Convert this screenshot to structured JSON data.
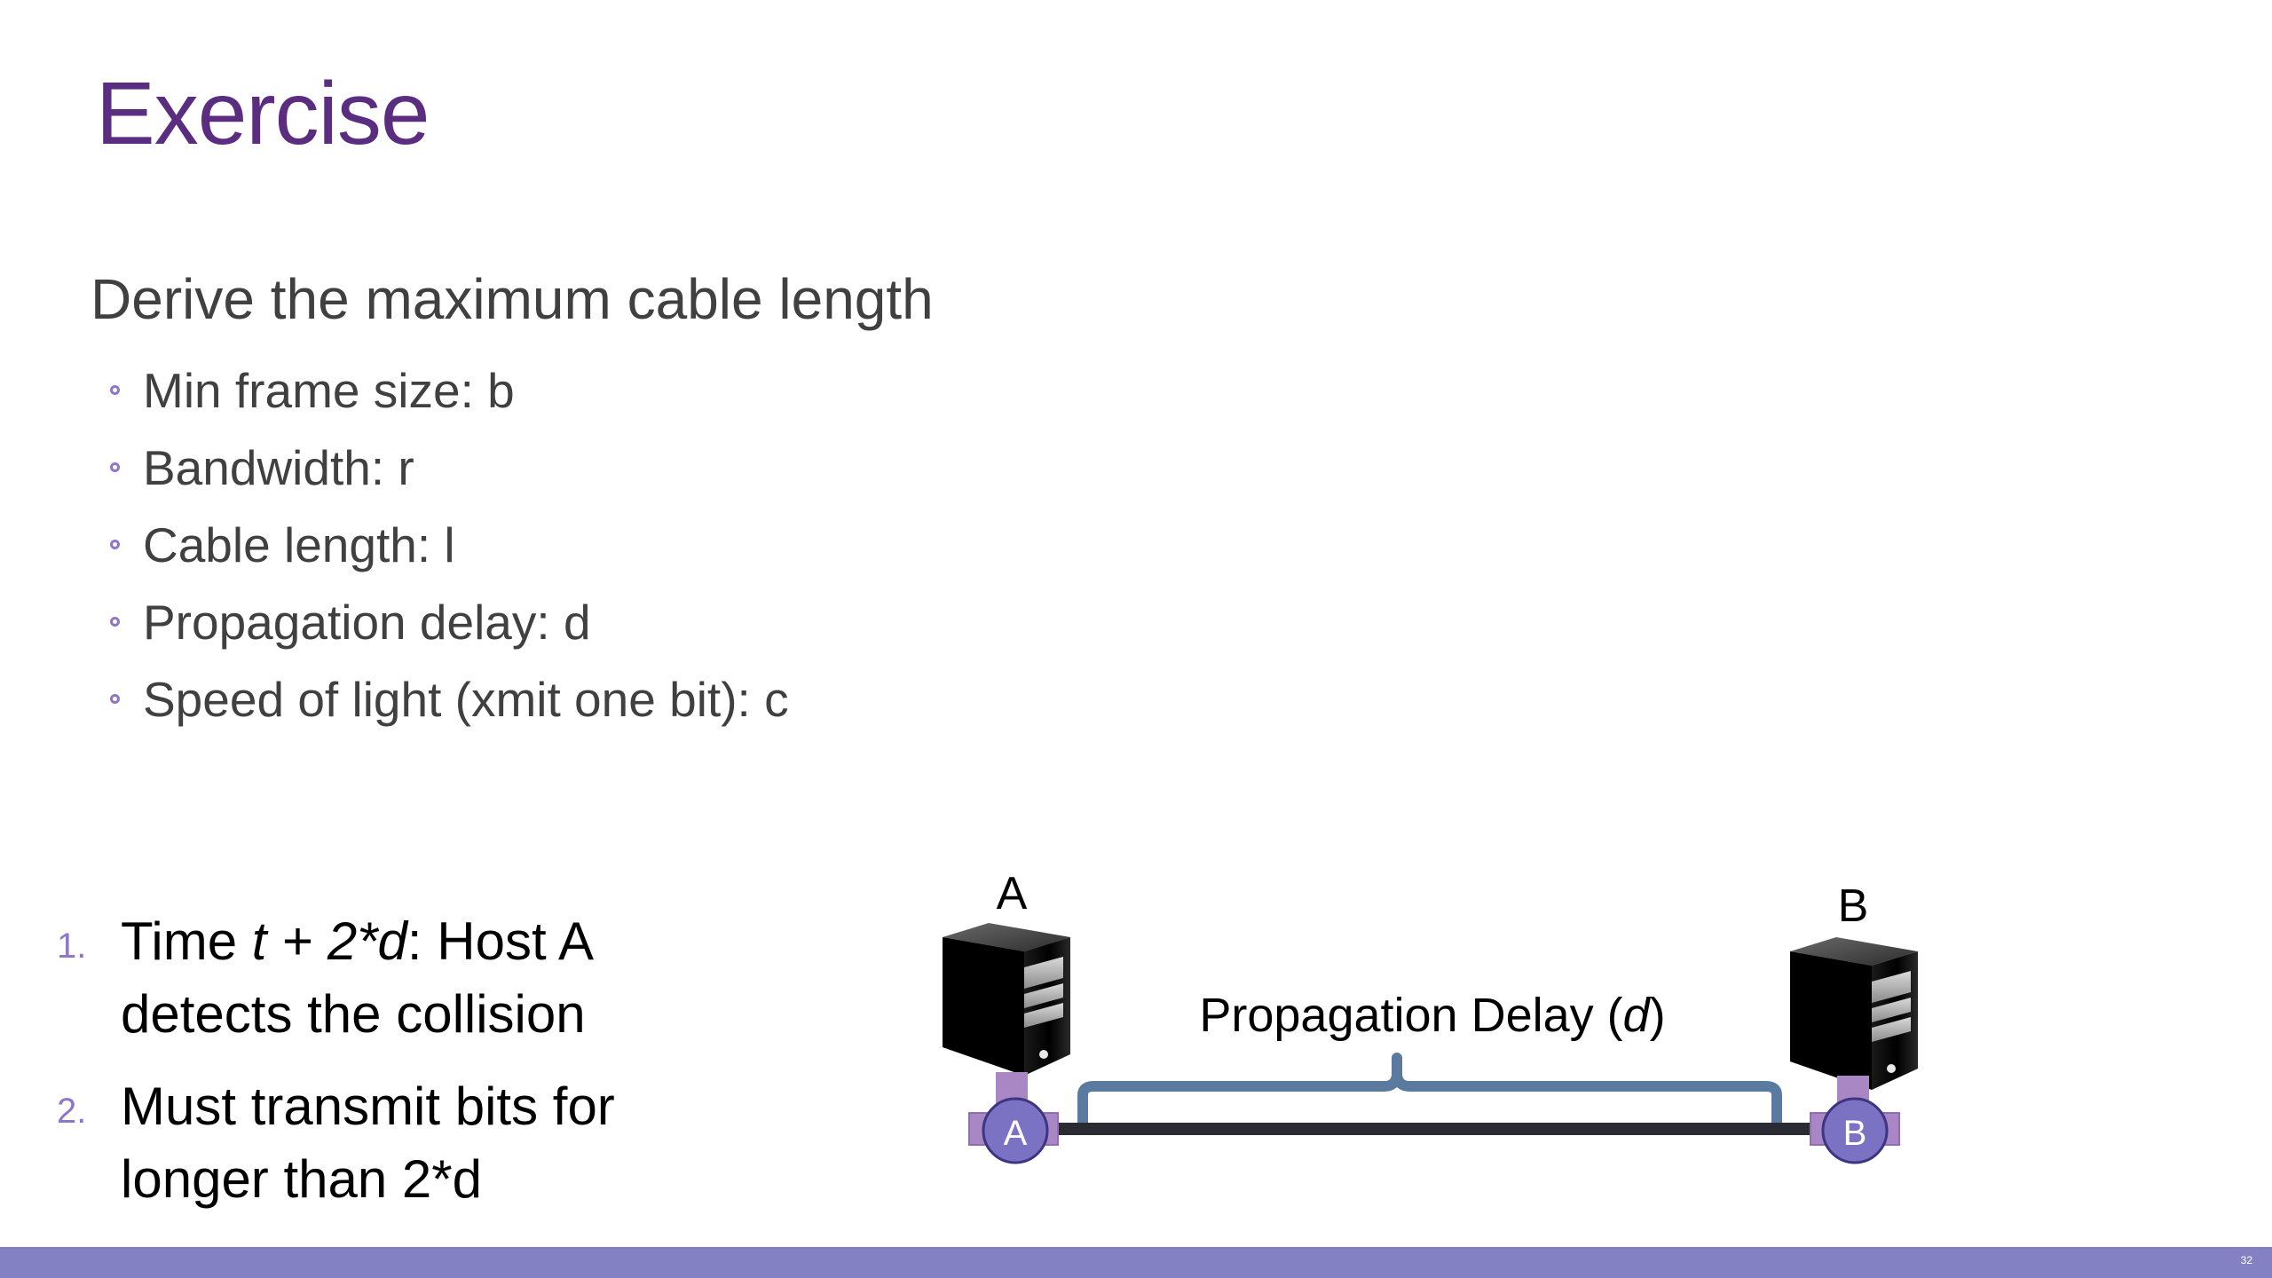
{
  "slide": {
    "title": "Exercise",
    "lead": "Derive the maximum cable length",
    "bullets": [
      "Min frame size: b",
      "Bandwidth: r",
      "Cable length: l",
      "Propagation delay: d",
      "Speed of light (xmit one bit): c"
    ],
    "steps": [
      {
        "num": "1.",
        "pre": "Time ",
        "em1": "t + 2*d",
        "post": ": Host A detects the collision"
      },
      {
        "num": "2.",
        "text": "Must transmit bits for longer than 2*d"
      }
    ],
    "slide_number": "32"
  },
  "diagram": {
    "host_a_label": "A",
    "host_b_label": "B",
    "node_a_label": "A",
    "node_b_label": "B",
    "delay_label_pre": "Propagation Delay (",
    "delay_label_var": "d",
    "delay_label_post": ")",
    "colors": {
      "accent": "#5b2d80",
      "bullet": "#8e77c9",
      "node_fill": "#7b72c4",
      "connector": "#a887c4",
      "brace": "#5b7aa0",
      "cable": "#2b2b33",
      "footer": "#8480c4"
    },
    "icons": [
      "server-icon",
      "server-icon"
    ]
  }
}
